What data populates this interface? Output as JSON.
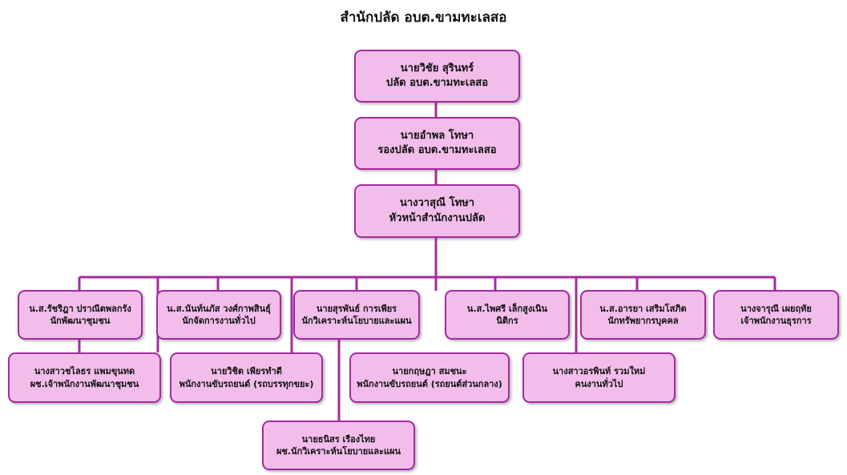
{
  "title": "สำนักปลัด อบต.ขามทะเลสอ",
  "colors": {
    "box_fill": "#f2bdea",
    "box_border": "#a62aa0",
    "line": "#a62aa0"
  },
  "boxes": [
    {
      "name": "นายวิชัย  สุรินทร์",
      "position": "ปลัด อบต.ขามทะเลสอ"
    },
    {
      "name": "นายอำพล  โทษา",
      "position": "รองปลัด อบต.ขามทะเลสอ"
    },
    {
      "name": "นางวาสุณี  โทษา",
      "position": "หัวหน้าสำนักงานปลัด"
    },
    {
      "name": "น.ส.รัชริฎา ปราณีตพลกรัง",
      "position": "นักพัฒนาชุมชน"
    },
    {
      "name": "น.ส.นันท์นภัส  วงศ์กาพสินธุ์",
      "position": "นักจัดการงานทั่วไป"
    },
    {
      "name": "นายสุรพันธ์  การเพียร",
      "position": "นักวิเคราะห์นโยบายและแผน"
    },
    {
      "name": "น.ส.ไพศรี  เล็กสูงเนิน",
      "position": "นิติกร"
    },
    {
      "name": "น.ส.อารยา  เสริมโสภิต",
      "position": "นักทรัพยากรบุคคล"
    },
    {
      "name": "นางจารุณี  เผยฤทัย",
      "position": "เจ้าพนักงานธุรการ"
    },
    {
      "name": "นางสาวชไลธร  แพมขุนทด",
      "position": "ผช.เจ้าพนักงานพัฒนาชุมชน"
    },
    {
      "name": "นายวิชิต  เพียรทำดี",
      "position": "พนักงานขับรถยนต์ (รถบรรทุกขยะ)"
    },
    {
      "name": "นายกฤษฎา สมชนะ",
      "position": "พนักงานขับรถยนต์ (รถยนต์ส่วนกลาง)"
    },
    {
      "name": "นางสาวอรพินท์  รวมใหม่",
      "position": "คนงานทั่วไป"
    },
    {
      "name": "นายธนิสร  เรืองไทย",
      "position": "ผช.นักวิเคราะห์นโยบายและแผน"
    }
  ]
}
